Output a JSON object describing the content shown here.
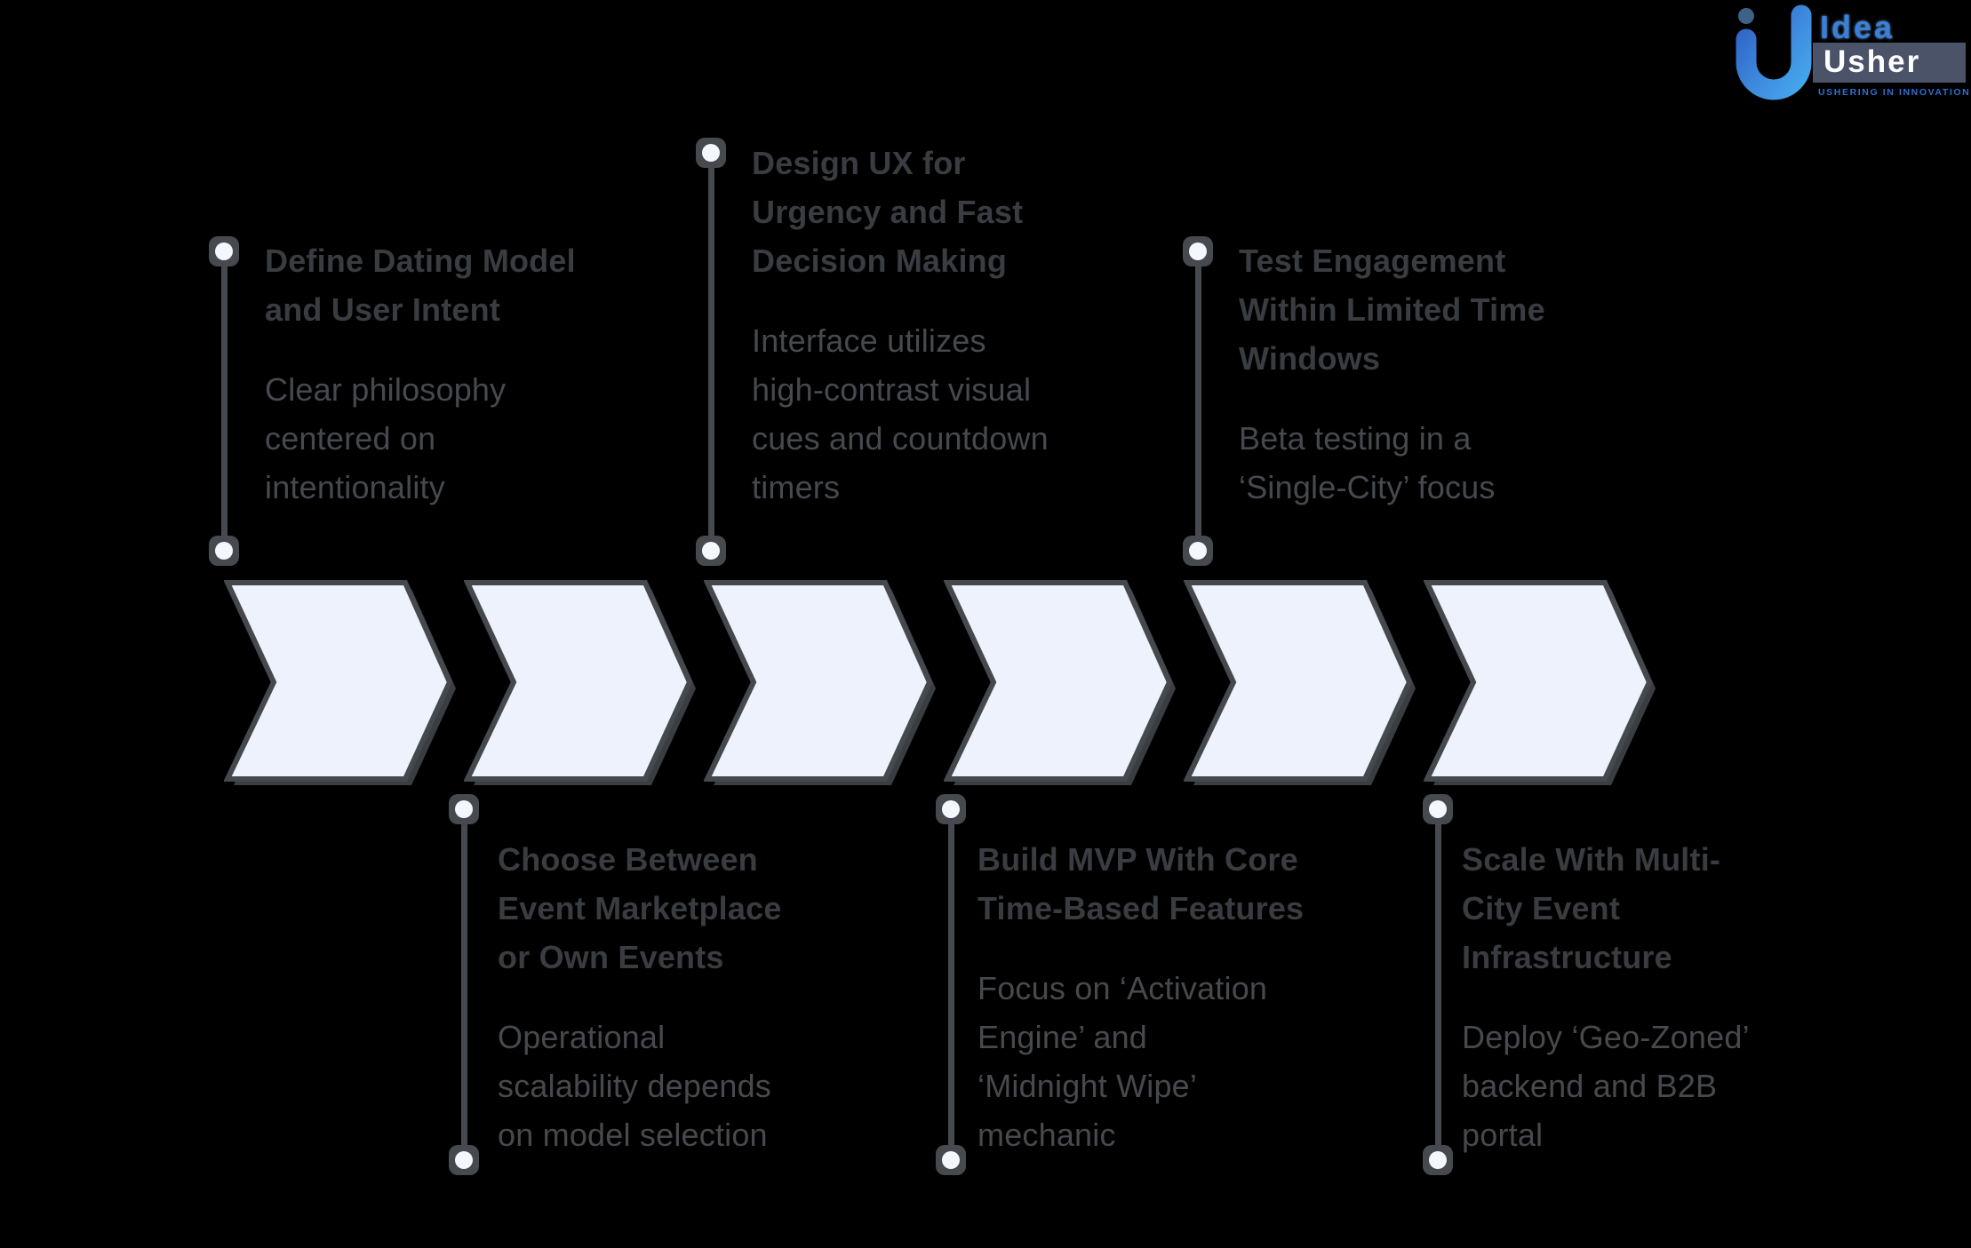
{
  "diagram_title": "Dating app event-based platform roadmap (6-step chevron timeline)",
  "colors": {
    "background": "#000000",
    "heading_text": "#393c40",
    "body_text": "#46494e",
    "chevron_fill": "#edf2fc",
    "chevron_stroke": "#45484d",
    "connector": "#46494e",
    "dot_fill": "#f4f7fd",
    "logo_blue": "#3b7fd8",
    "logo_box": "#4a5368"
  },
  "steps": [
    {
      "position": "top",
      "heading": "Define Dating Model\nand User Intent",
      "body": "Clear philosophy\ncentered on\nintentionality"
    },
    {
      "position": "bottom",
      "heading": "Choose Between\nEvent Marketplace\nor Own Events",
      "body": "Operational\nscalability depends\non model selection"
    },
    {
      "position": "top",
      "heading": "Design UX for\nUrgency and Fast\nDecision Making",
      "body": "Interface utilizes\nhigh-contrast visual\ncues and countdown\ntimers"
    },
    {
      "position": "bottom",
      "heading": "Build MVP With Core\nTime-Based Features",
      "body": "Focus on ‘Activation\nEngine’ and\n‘Midnight Wipe’\nmechanic"
    },
    {
      "position": "top",
      "heading": "Test Engagement\nWithin Limited Time\nWindows",
      "body": "Beta testing in a\n‘Single-City’ focus"
    },
    {
      "position": "bottom",
      "heading": "Scale With Multi-\nCity Event\nInfrastructure",
      "body": "Deploy ‘Geo-Zoned’\nbackend and B2B\nportal"
    }
  ],
  "logo": {
    "word_top": "Idea",
    "word_bottom": "Usher",
    "tagline": "USHERING IN INNOVATION"
  }
}
